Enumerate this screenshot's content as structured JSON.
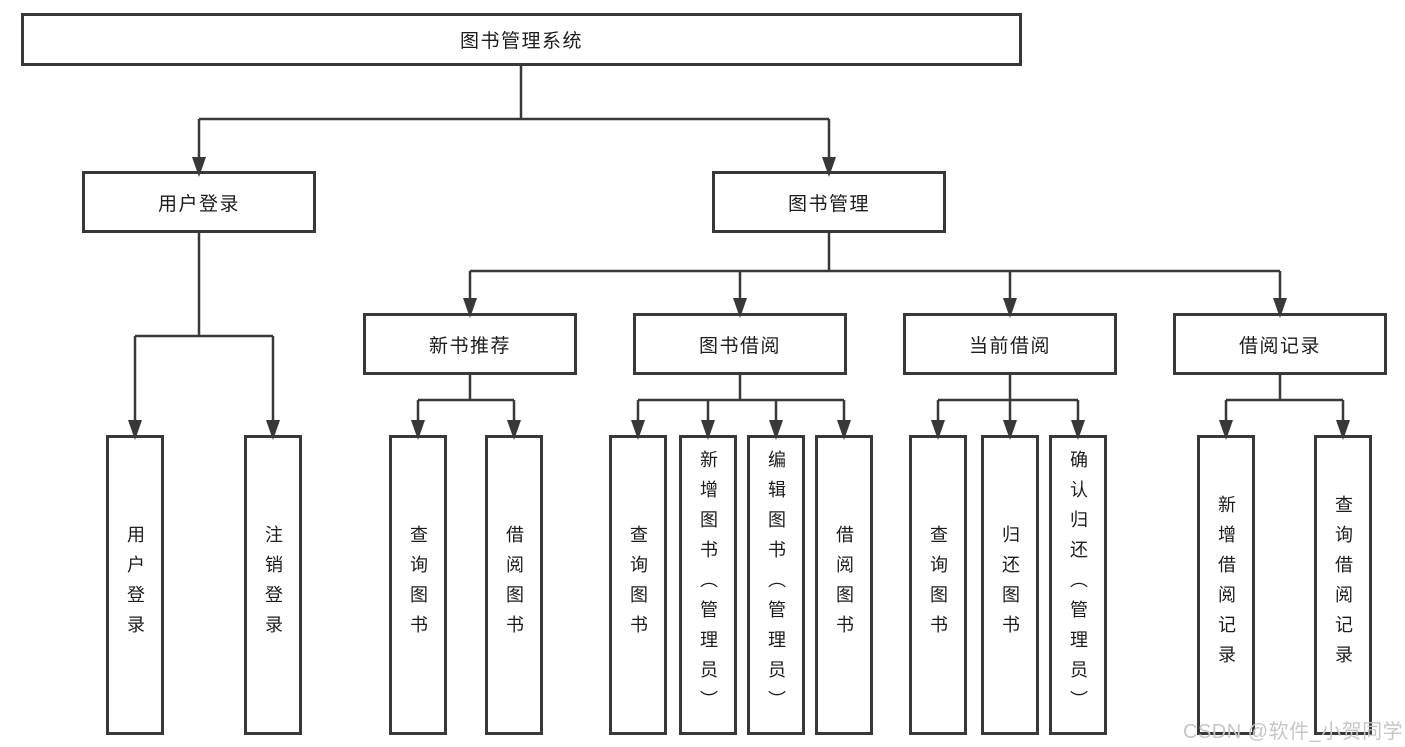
{
  "root": {
    "label": "图书管理系统"
  },
  "login": {
    "label": "用户登录",
    "children": [
      {
        "label": "用户登录"
      },
      {
        "label": "注销登录"
      }
    ]
  },
  "management": {
    "label": "图书管理",
    "groups": [
      {
        "label": "新书推荐",
        "children": [
          {
            "label": "查询图书"
          },
          {
            "label": "借阅图书"
          }
        ]
      },
      {
        "label": "图书借阅",
        "children": [
          {
            "label": "查询图书"
          },
          {
            "label": "新增图书（管理员）"
          },
          {
            "label": "编辑图书（管理员）"
          },
          {
            "label": "借阅图书"
          }
        ]
      },
      {
        "label": "当前借阅",
        "children": [
          {
            "label": "查询图书"
          },
          {
            "label": "归还图书"
          },
          {
            "label": "确认归还（管理员）"
          }
        ]
      },
      {
        "label": "借阅记录",
        "children": [
          {
            "label": "新增借阅记录"
          },
          {
            "label": "查询借阅记录"
          }
        ]
      }
    ]
  },
  "watermark": {
    "text": "CSDN @软件_小贺同学"
  },
  "colors": {
    "line": "#383838",
    "text": "#1c1c1c",
    "background": "#ffffff",
    "watermark": "#c6c6c6"
  }
}
